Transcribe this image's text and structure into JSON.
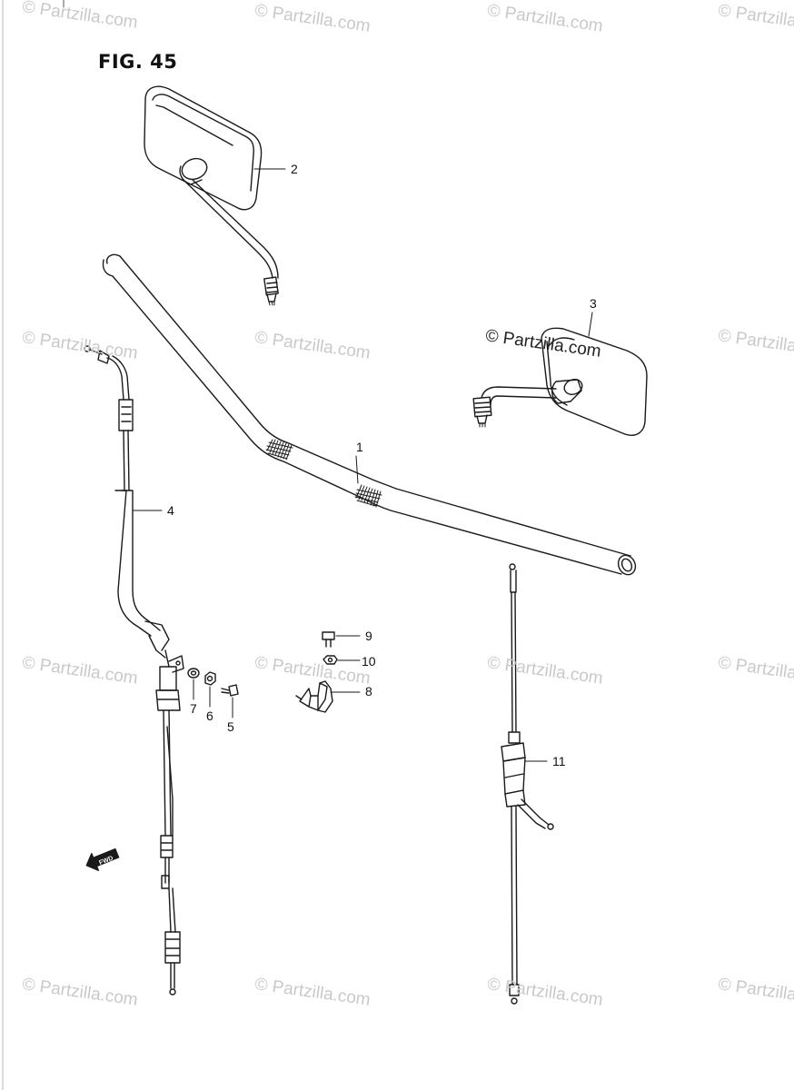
{
  "figure": {
    "title": "FIG. 45"
  },
  "watermark": {
    "text": "© Partzilla.com",
    "short": "© Partzilla.com"
  },
  "callouts": [
    {
      "id": "c1",
      "number": "1"
    },
    {
      "id": "c2",
      "number": "2"
    },
    {
      "id": "c3",
      "number": "3"
    },
    {
      "id": "c4",
      "number": "4"
    },
    {
      "id": "c5",
      "number": "5"
    },
    {
      "id": "c6",
      "number": "6"
    },
    {
      "id": "c7",
      "number": "7"
    },
    {
      "id": "c8",
      "number": "8"
    },
    {
      "id": "c9",
      "number": "9"
    },
    {
      "id": "c10",
      "number": "10"
    },
    {
      "id": "c11",
      "number": "11"
    }
  ],
  "fwd_marker": {
    "text": "FWD"
  },
  "colors": {
    "line": "#1a1a1a",
    "watermark": "#c9c9c9",
    "paper": "#ffffff"
  }
}
